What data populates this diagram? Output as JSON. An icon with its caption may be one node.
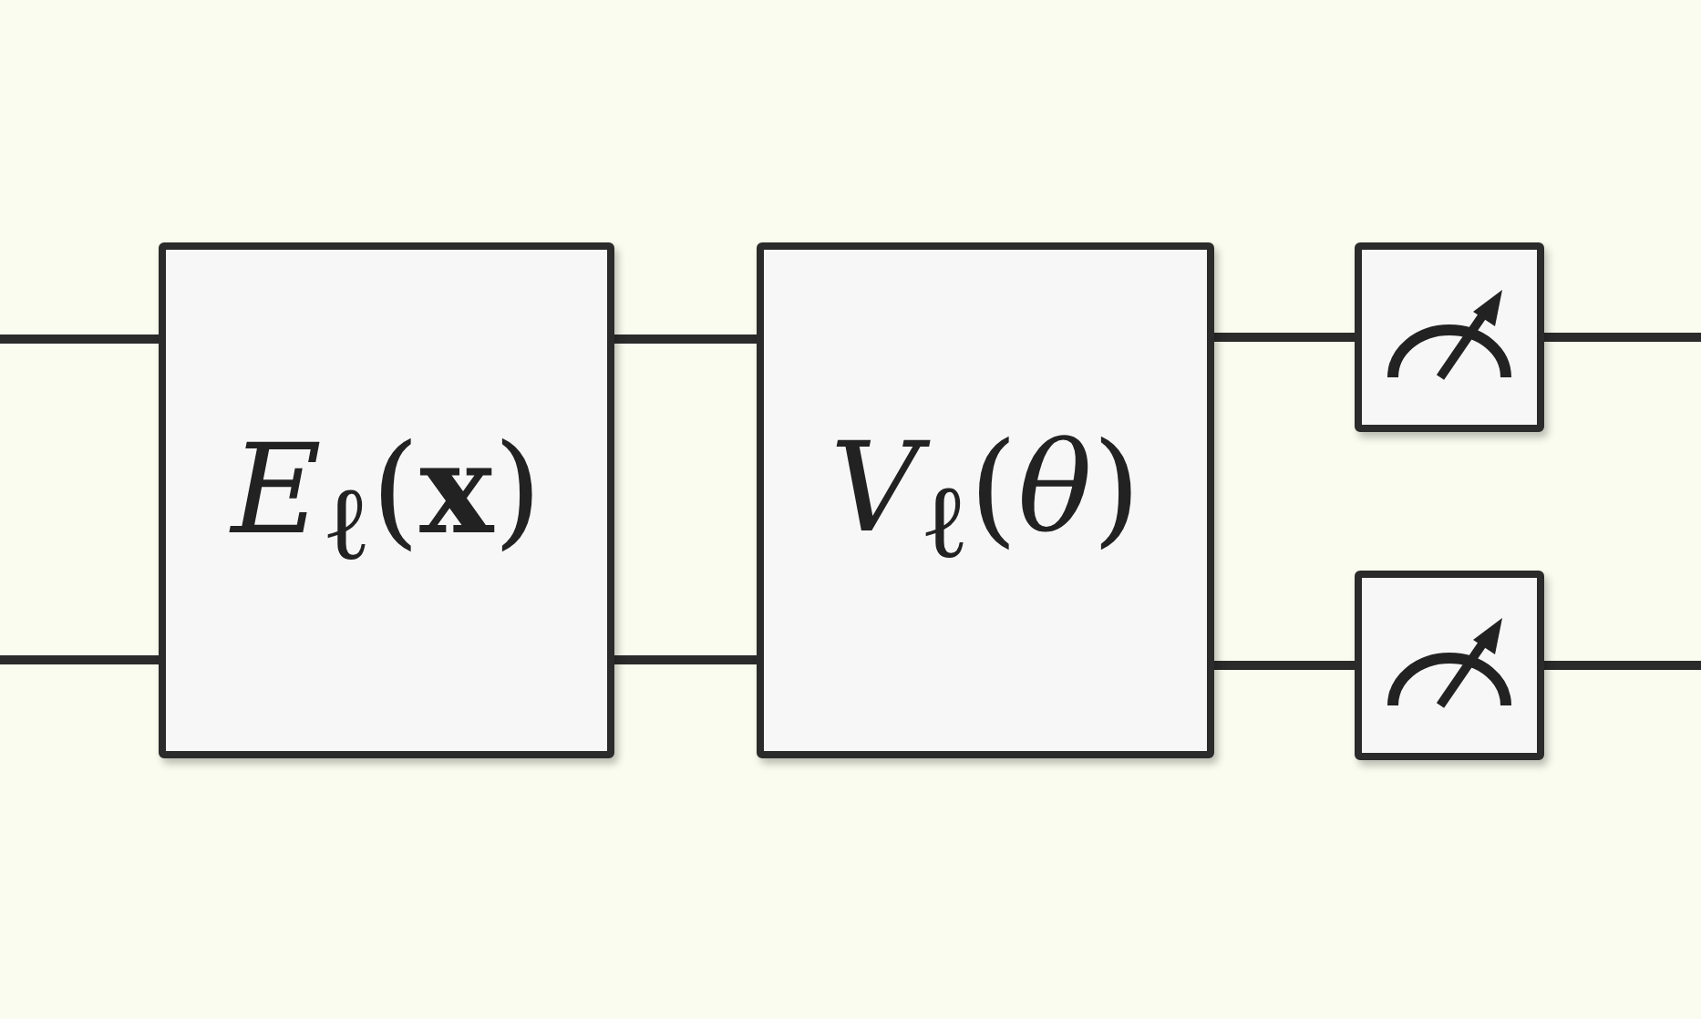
{
  "diagram": {
    "nodes": [
      {
        "text": [
          "*E*$_{ℓ}$(**x**)"
        ]
      },
      {
        "text": [
          "*V*$_{ℓ}$(*θ*)"
        ]
      },
      {
        "text": [],
        "shape": "box"
      },
      {
        "text": [],
        "shape": "box"
      }
    ],
    "edges": [
      {
        "from": null,
        "to": 0,
        "arrow": "none"
      },
      {
        "from": null,
        "to": 0,
        "arrow": "none"
      },
      {
        "from": 0,
        "to": 1,
        "arrow": "none"
      },
      {
        "from": 0,
        "to": 1,
        "arrow": "none"
      },
      {
        "from": 1,
        "to": 2,
        "arrow": "none"
      },
      {
        "from": 1,
        "to": 3,
        "arrow": "none"
      },
      {
        "from": 2,
        "to": null,
        "arrow": "none"
      },
      {
        "from": 3,
        "to": null,
        "arrow": "none"
      }
    ]
  }
}
